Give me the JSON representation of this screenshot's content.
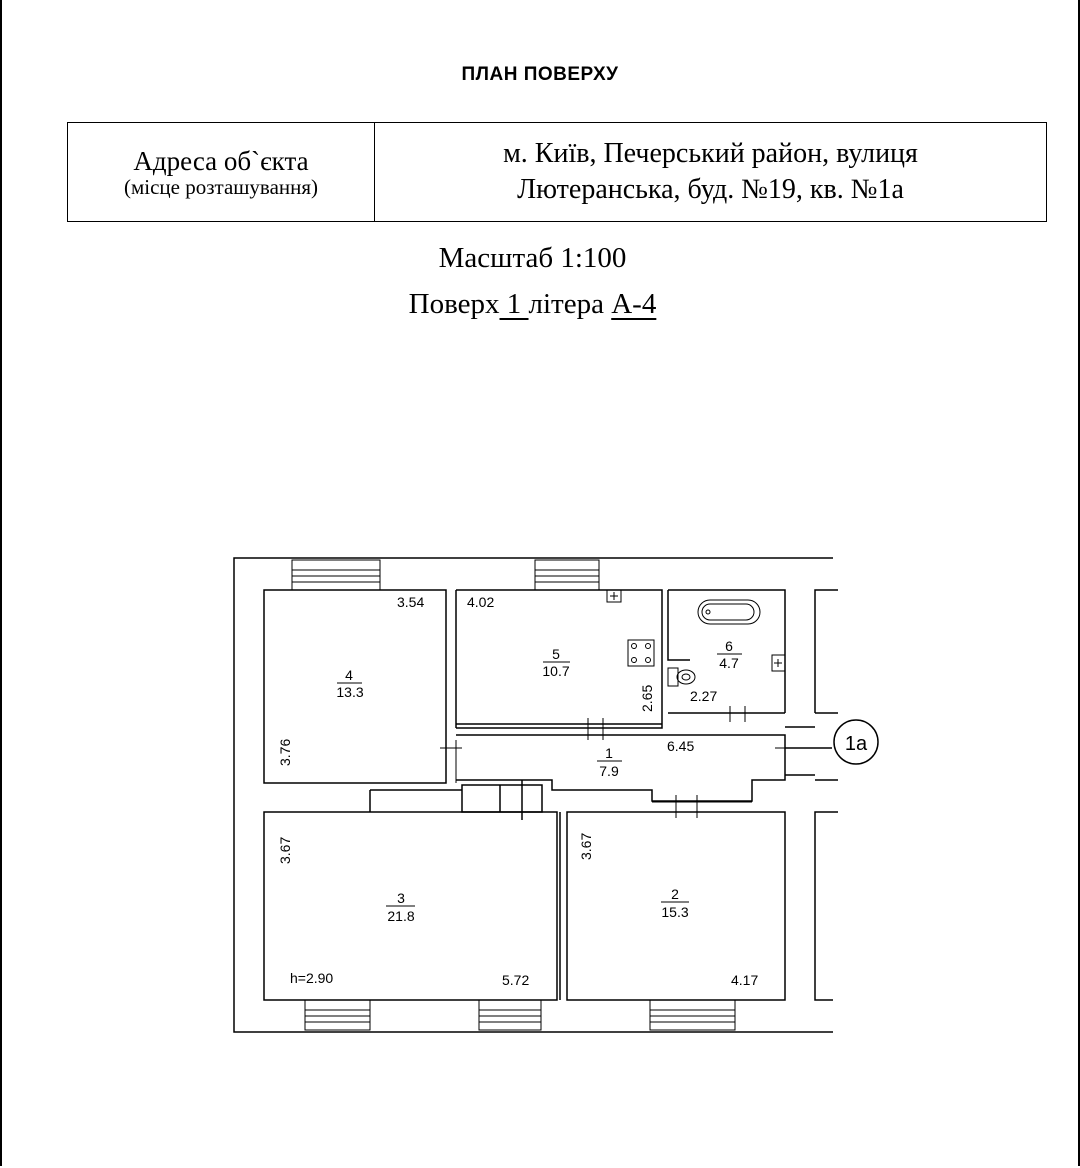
{
  "title": "ПЛАН ПОВЕРХУ",
  "address": {
    "label": "Адреса об`єкта",
    "sublabel": "(місце розташування)",
    "line1": "м. Київ, Печерський район, вулиця",
    "line2": "Лютеранська, буд. №19,  кв. №1а"
  },
  "scale": "Масштаб 1:100",
  "floor": {
    "prefix": "Поверх",
    "number": " 1 ",
    "middle": "літера",
    "letter": "А-4"
  },
  "rooms": [
    {
      "number": "1",
      "area": "7.9"
    },
    {
      "number": "2",
      "area": "15.3"
    },
    {
      "number": "3",
      "area": "21.8"
    },
    {
      "number": "4",
      "area": "13.3"
    },
    {
      "number": "5",
      "area": "10.7"
    },
    {
      "number": "6",
      "area": "4.7"
    }
  ],
  "dimensions": {
    "room4_width": "3.54",
    "room4_height": "3.76",
    "room5_width": "4.02",
    "room5_height": "2.65",
    "room6_width": "2.27",
    "room1_length": "6.45",
    "room3_height": "3.67",
    "room3_width": "5.72",
    "room2_height": "3.67",
    "room2_width": "4.17",
    "ceiling_height": "h=2.90"
  },
  "entrance_label": "1а"
}
